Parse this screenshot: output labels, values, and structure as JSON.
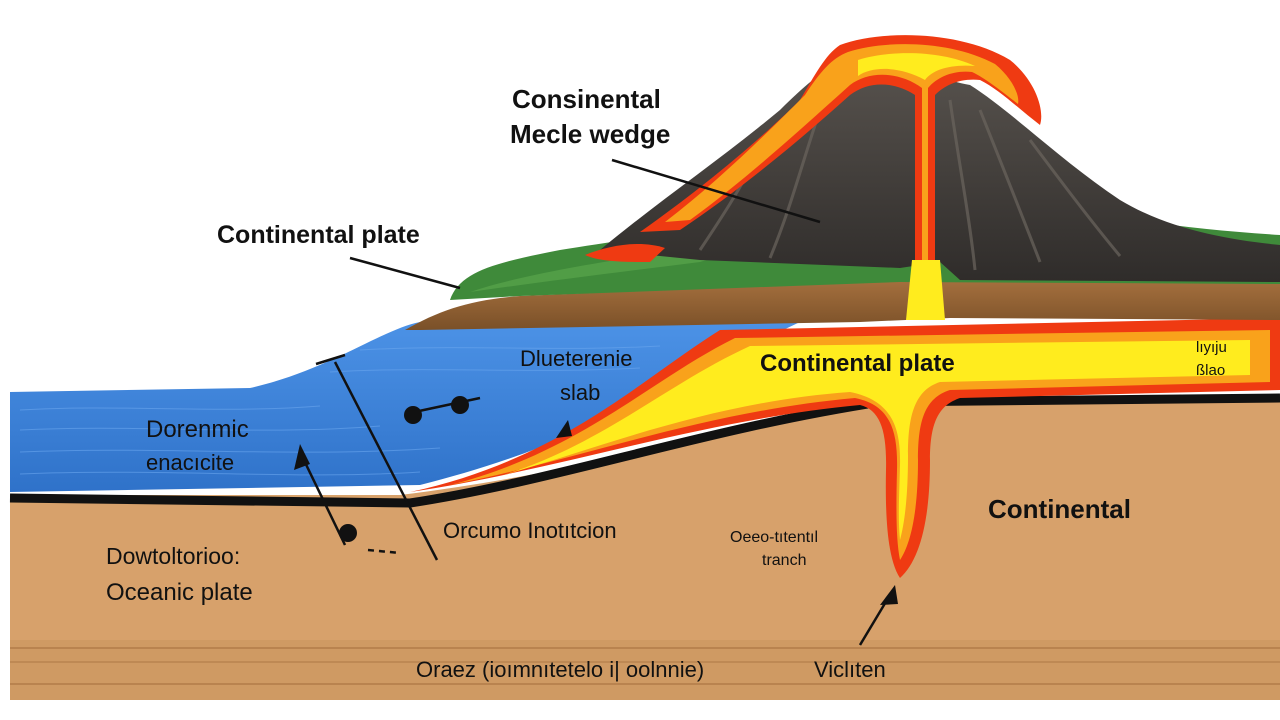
{
  "labels": {
    "continental_mantle_wedge": [
      "Consinental",
      "Mecle wedge"
    ],
    "continental_plate_top": "Continental plate",
    "continental_plate_magma": "Continental plate",
    "oceanic_slab": [
      "Dlueterenie",
      "slab"
    ],
    "oceanic_left": [
      "Dorenmic",
      "enacıcite"
    ],
    "edge_label": [
      "lıyıju",
      "ßlao"
    ],
    "continental_right": "Continental",
    "downwelling": [
      "Dowtoltorioo:",
      "Oceanic plate"
    ],
    "oceanic_mantle_label": "Orcumo Inotıtcion",
    "trench_label": [
      "Oeeo-tıtentıl",
      "tranch"
    ],
    "bottom_label": "Oraez (ioımnıtetelo i| oolnnie)",
    "volcano_label": "Viclıten"
  },
  "colors": {
    "ocean": "#3f86dd",
    "crust": "#d39d66",
    "plate_line": "#111111",
    "magma_outer": "#ef3a12",
    "magma_inner": "#ffec1e",
    "vegetation": "#3f8a3a",
    "mountain": "#4a4540"
  }
}
